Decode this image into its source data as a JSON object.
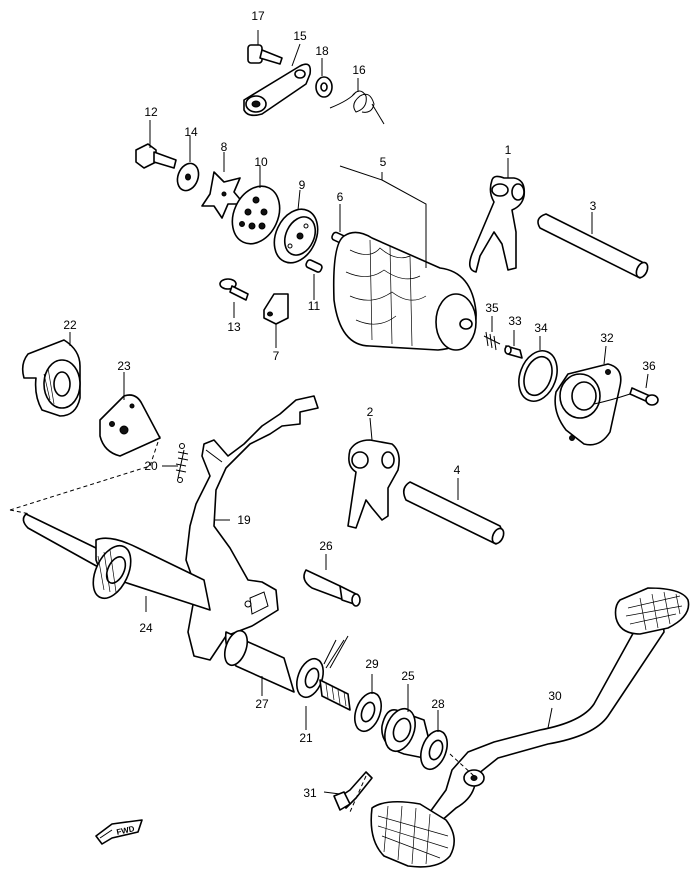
{
  "callouts": {
    "c1": "1",
    "c2": "2",
    "c3": "3",
    "c4": "4",
    "c5": "5",
    "c6": "6",
    "c7": "7",
    "c8": "8",
    "c9": "9",
    "c10": "10",
    "c11": "11",
    "c12": "12",
    "c13": "13",
    "c14": "14",
    "c15": "15",
    "c16": "16",
    "c17": "17",
    "c18": "18",
    "c19": "19",
    "c20": "20",
    "c21": "21",
    "c22": "22",
    "c23": "23",
    "c24": "24",
    "c25": "25",
    "c26": "26",
    "c27": "27",
    "c28": "28",
    "c29": "29",
    "c30": "30",
    "c31": "31",
    "c32": "32",
    "c33": "33",
    "c34": "34",
    "c35": "35",
    "c36": "36"
  },
  "direction_badge": "FWD"
}
